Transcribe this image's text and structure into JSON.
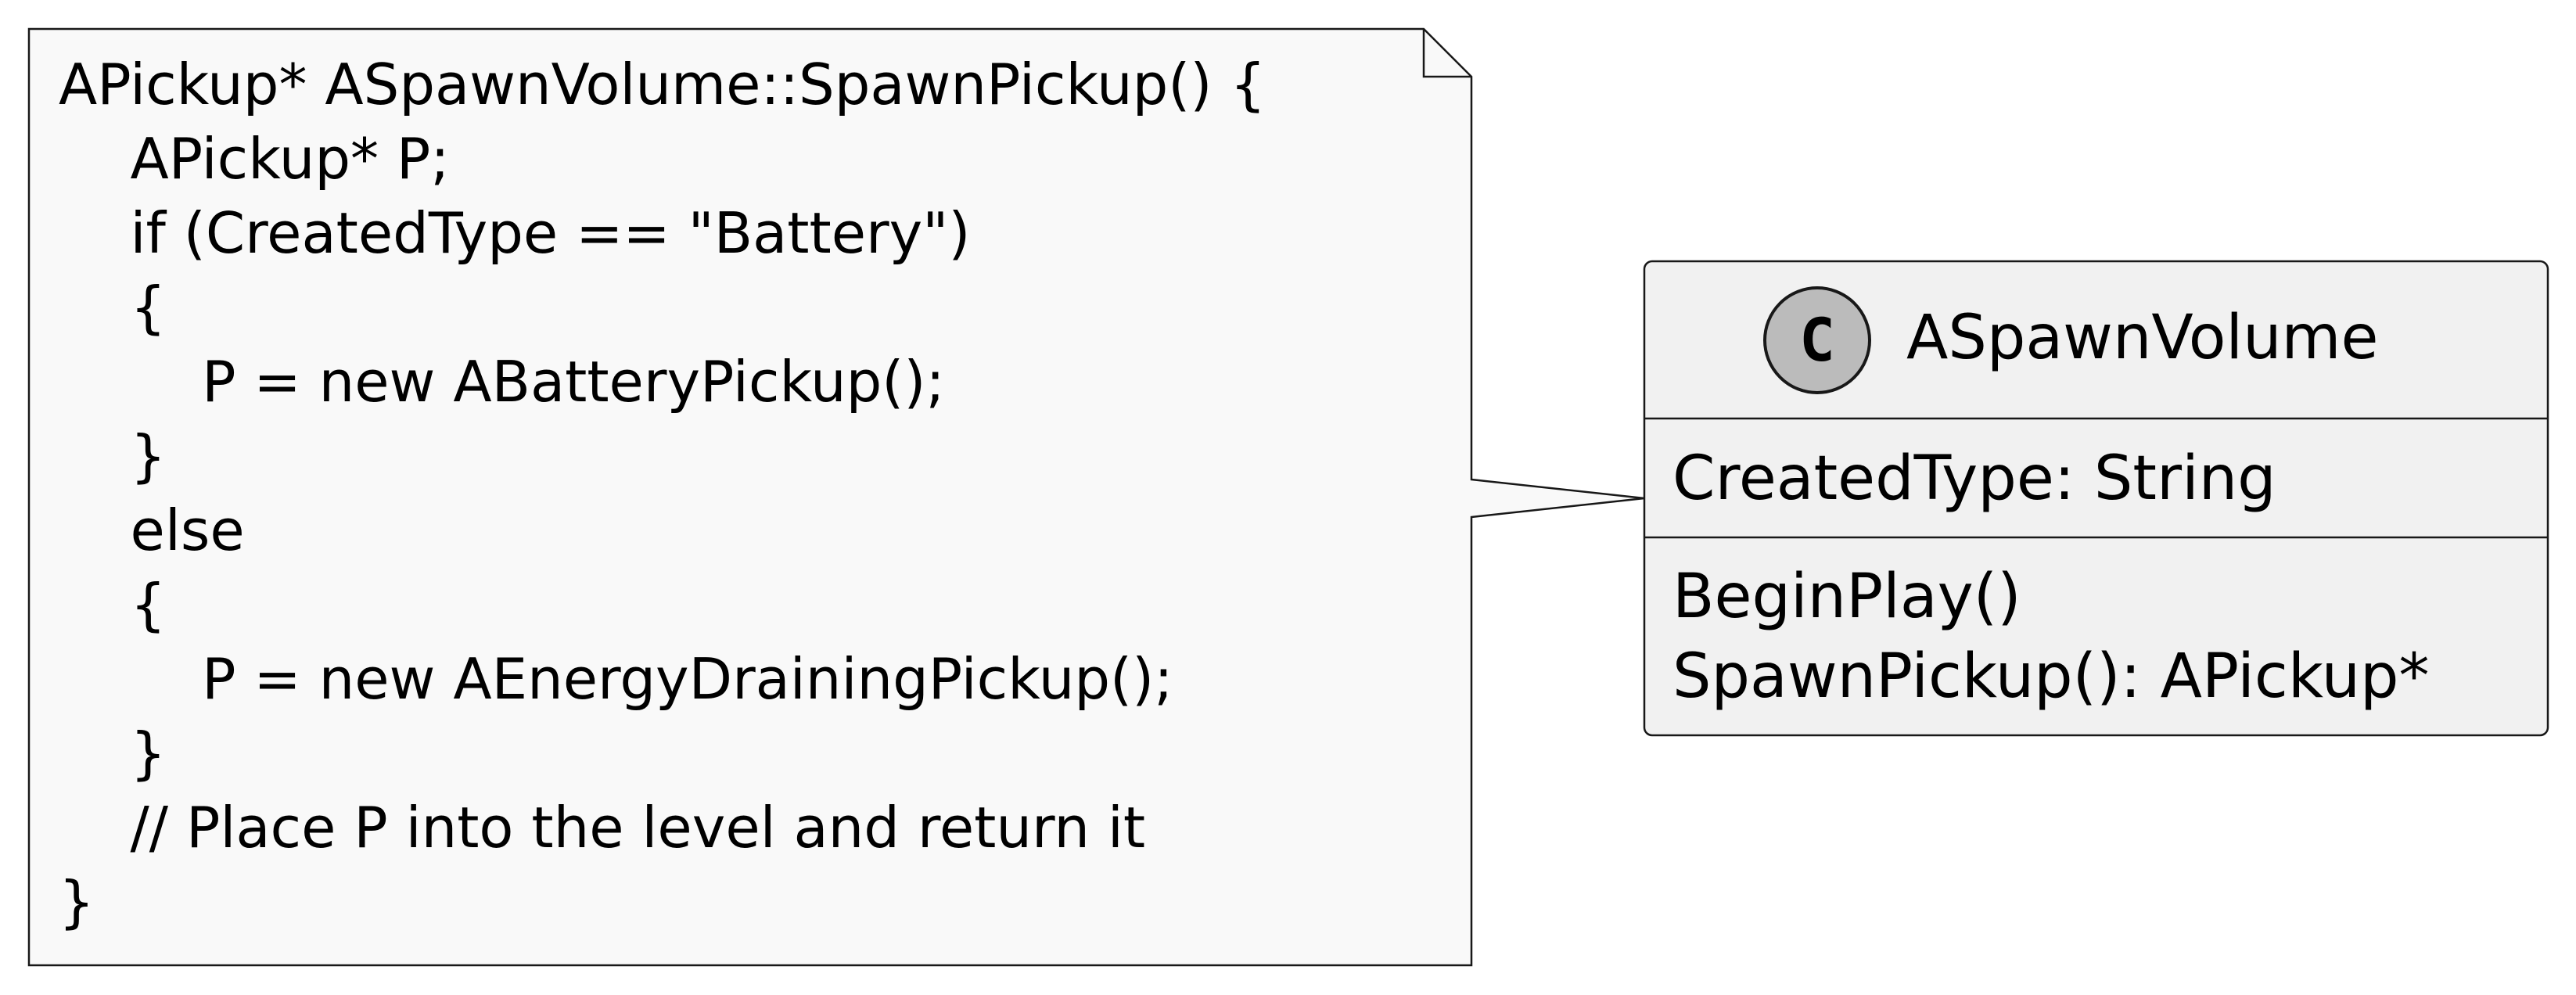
{
  "colors": {
    "note_fill": "#f9f9f9",
    "class_fill": "#f1f1f1",
    "stroke": "#181818",
    "badge_fill": "#bbbbbb"
  },
  "note": {
    "lines": [
      "APickup* ASpawnVolume::SpawnPickup() {",
      "    APickup* P;",
      "    if (CreatedType == \"Battery\")",
      "    {",
      "        P = new ABatteryPickup();",
      "    }",
      "    else",
      "    {",
      "        P = new AEnergyDrainingPickup();",
      "    }",
      "    // Place P into the level and return it",
      "}"
    ]
  },
  "class": {
    "stereotype_letter": "C",
    "name": "ASpawnVolume",
    "attributes": [
      "CreatedType: String"
    ],
    "methods": [
      "BeginPlay()",
      "SpawnPickup(): APickup*"
    ]
  }
}
